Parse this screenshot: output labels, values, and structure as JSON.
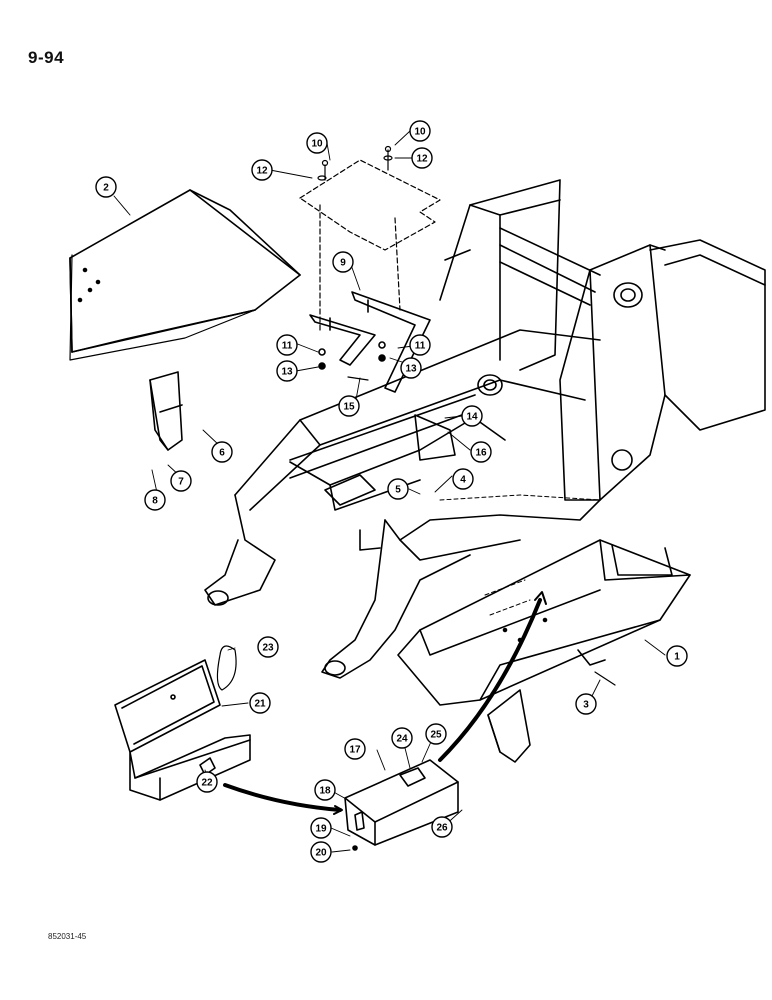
{
  "page_number": "9-94",
  "figure_code": "852031-45",
  "callouts": [
    {
      "id": "c1",
      "text": "1"
    },
    {
      "id": "c2",
      "text": "2"
    },
    {
      "id": "c3",
      "text": "3"
    },
    {
      "id": "c4",
      "text": "4"
    },
    {
      "id": "c5",
      "text": "5"
    },
    {
      "id": "c6",
      "text": "6"
    },
    {
      "id": "c7",
      "text": "7"
    },
    {
      "id": "c8",
      "text": "8"
    },
    {
      "id": "c9",
      "text": "9"
    },
    {
      "id": "c10a",
      "text": "10"
    },
    {
      "id": "c10b",
      "text": "10"
    },
    {
      "id": "c11a",
      "text": "11"
    },
    {
      "id": "c11b",
      "text": "11"
    },
    {
      "id": "c12a",
      "text": "12"
    },
    {
      "id": "c12b",
      "text": "12"
    },
    {
      "id": "c13a",
      "text": "13"
    },
    {
      "id": "c13b",
      "text": "13"
    },
    {
      "id": "c14",
      "text": "14"
    },
    {
      "id": "c15",
      "text": "15"
    },
    {
      "id": "c16",
      "text": "16"
    },
    {
      "id": "c17",
      "text": "17"
    },
    {
      "id": "c18",
      "text": "18"
    },
    {
      "id": "c19",
      "text": "19"
    },
    {
      "id": "c20",
      "text": "20"
    },
    {
      "id": "c21",
      "text": "21"
    },
    {
      "id": "c22",
      "text": "22"
    },
    {
      "id": "c23",
      "text": "23"
    },
    {
      "id": "c24",
      "text": "24"
    },
    {
      "id": "c25",
      "text": "25"
    },
    {
      "id": "c26",
      "text": "26"
    }
  ]
}
